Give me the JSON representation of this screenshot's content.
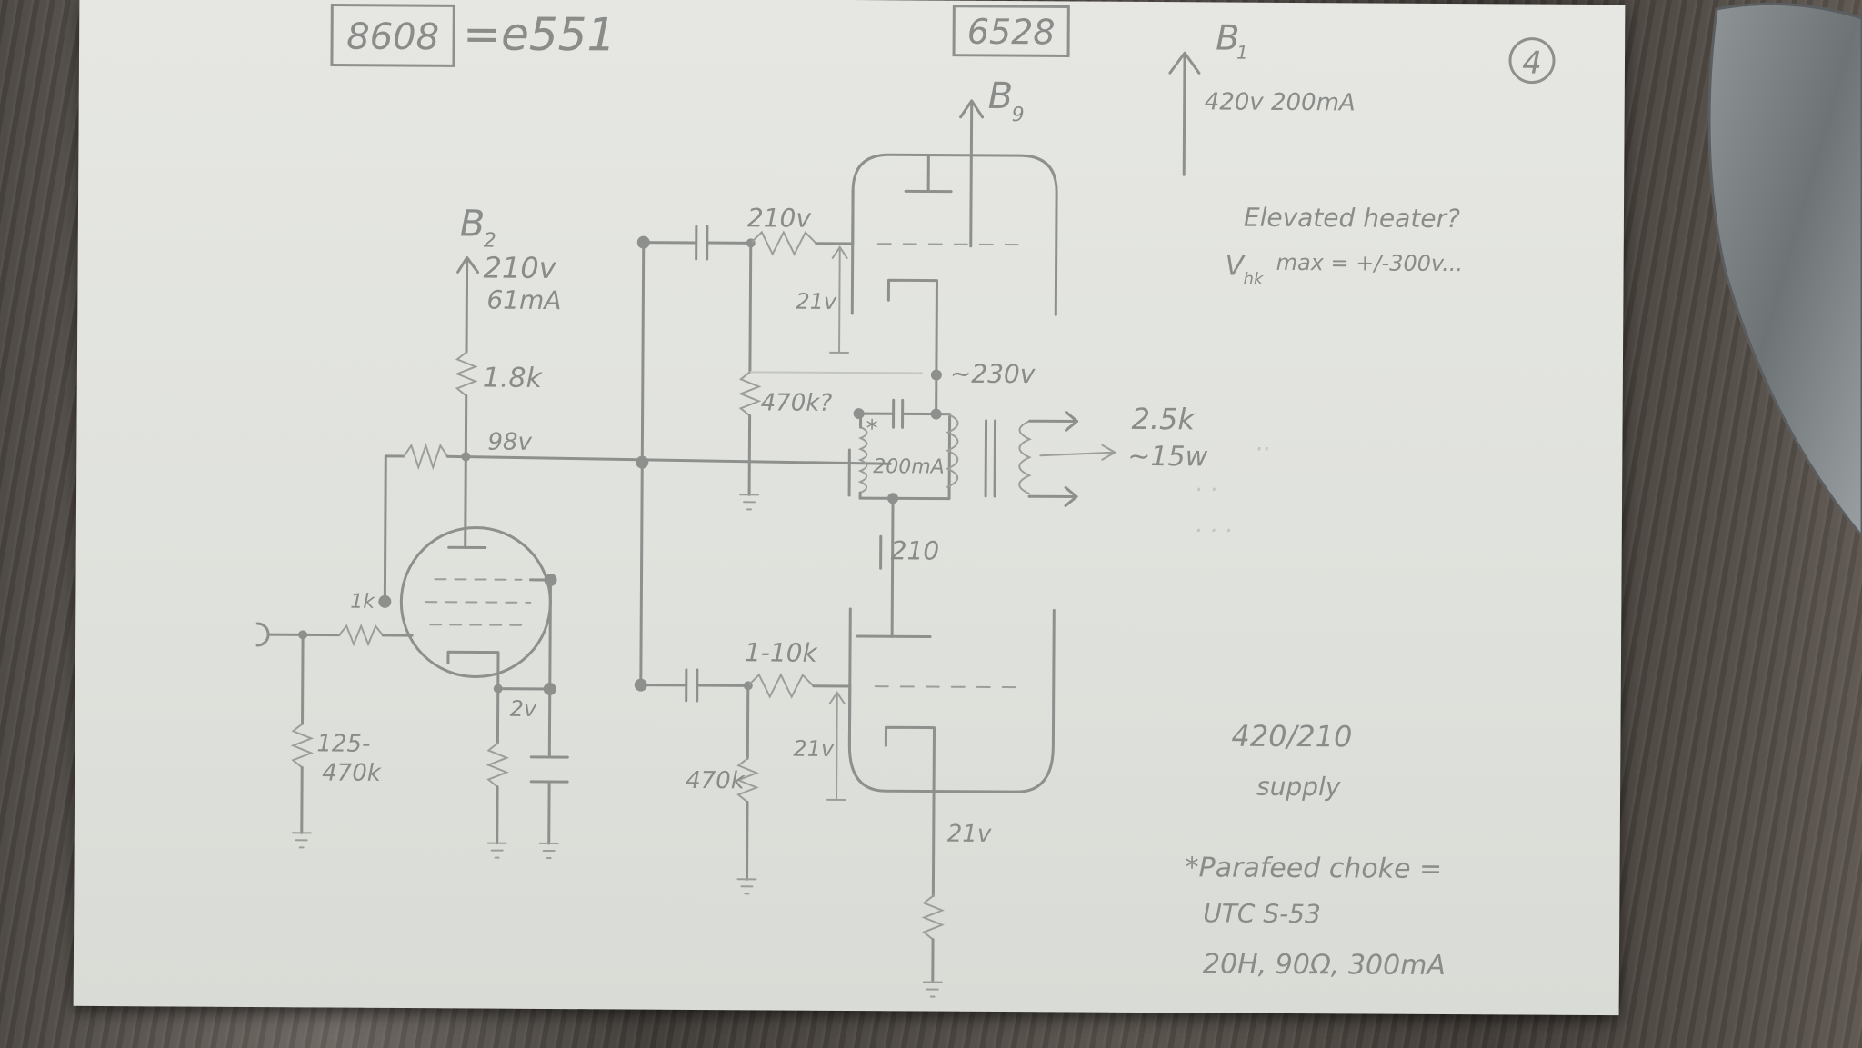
{
  "tube_labels": {
    "driver_boxed": "8608",
    "driver_equiv": "=e551",
    "output_boxed": "6528"
  },
  "page_number": "4",
  "supply": {
    "b1_label": "B",
    "b1_sub": "1",
    "b1_rating": "420v 200mA",
    "b9_label": "B",
    "b9_sub": "9",
    "b2_label": "B",
    "b2_sub": "2",
    "b2_voltage": "210v",
    "b2_current": "61mA"
  },
  "driver_stage": {
    "plate_resistor": "1.8k",
    "plate_voltage": "98v",
    "grid_stopper": "1k",
    "grid_leak": "125-",
    "grid_leak_2": "470k",
    "cathode_voltage": "2v"
  },
  "output_stage": {
    "upper_grid_voltage": "210v",
    "upper_bias": "21v",
    "upper_grid_leak": "470k?",
    "cathode_node": "~230v",
    "choke_current": "200mA",
    "mid_node": "210",
    "lower_stopper": "1-10k",
    "lower_bias": "21v",
    "lower_grid_leak": "470k",
    "lower_cathode": "21v"
  },
  "output_transformer": {
    "impedance": "2.5k",
    "power": "~15w"
  },
  "notes": {
    "heater_q": "Elevated heater?",
    "vhk_prefix": "V",
    "vhk_sub": "hk",
    "vhk_value": "max = +/-300v...",
    "supply_ratio": "420/210",
    "supply_word": "supply",
    "choke_note_1": "*Parafeed choke =",
    "choke_note_2": "UTC S-53",
    "choke_note_3": "20H, 90Ω, 300mA"
  },
  "colors": {
    "paper": "#e3e5e0",
    "pencil": "#8e908e",
    "wood": "#4a4540"
  }
}
